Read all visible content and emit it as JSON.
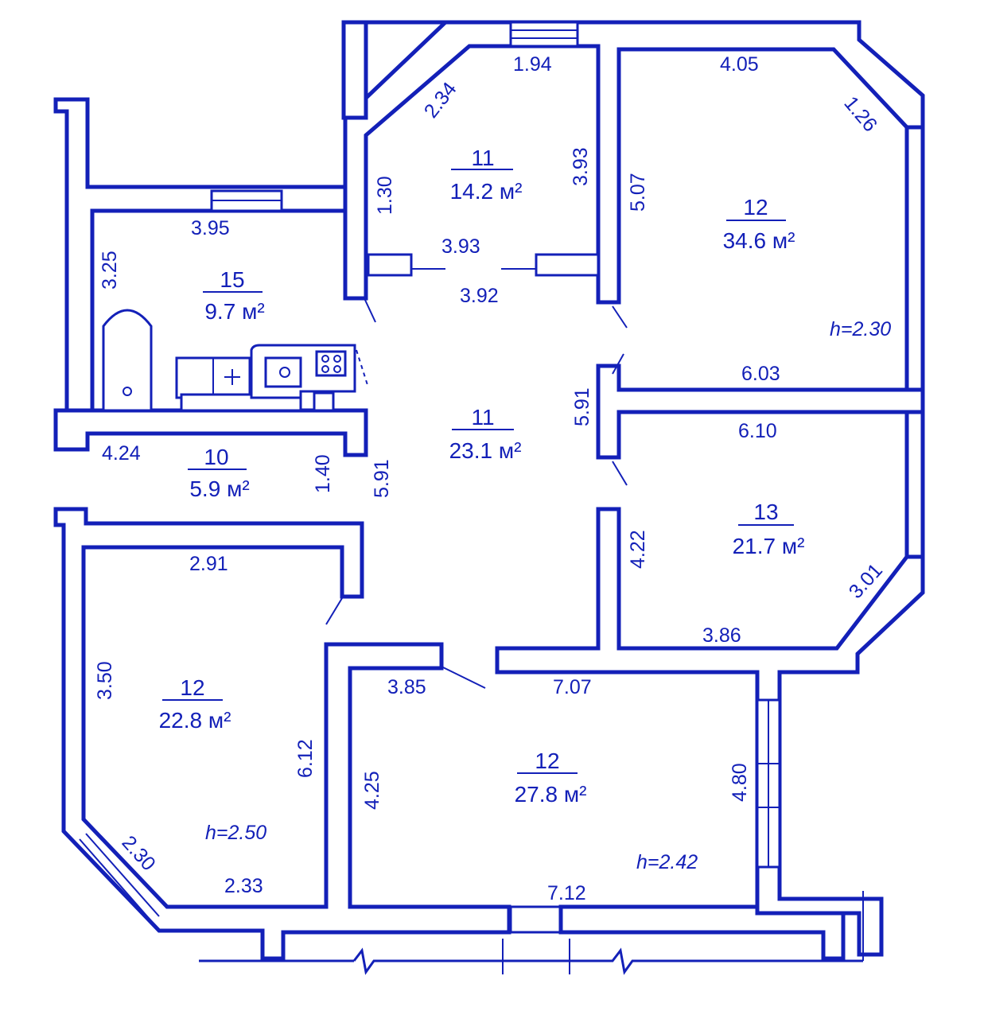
{
  "colors": {
    "ink": "#1320b8",
    "paper": "#ffffff"
  },
  "rooms": [
    {
      "num": "11",
      "area": "14.2 м²"
    },
    {
      "num": "12",
      "area": "34.6 м²"
    },
    {
      "num": "15",
      "area": "9.7 м²"
    },
    {
      "num": "11",
      "area": "23.1 м²"
    },
    {
      "num": "10",
      "area": "5.9 м²"
    },
    {
      "num": "13",
      "area": "21.7 м²"
    },
    {
      "num": "12",
      "area": "22.8 м²"
    },
    {
      "num": "12",
      "area": "27.8 м²"
    }
  ],
  "dimensions": [
    "1.94",
    "2.34",
    "3.93",
    "1.30",
    "3.93",
    "3.92",
    "4.05",
    "1.26",
    "5.07",
    "3.95",
    "3.25",
    "6.03",
    "6.10",
    "5.91",
    "4.24",
    "1.40",
    "5.91",
    "2.91",
    "4.22",
    "3.01",
    "3.86",
    "3.50",
    "6.12",
    "3.85",
    "7.07",
    "4.25",
    "4.80",
    "2.30",
    "2.33",
    "7.12"
  ],
  "heights": [
    "h=2.30",
    "h=2.50",
    "h=2.42"
  ],
  "icons": [
    "bathtub-icon",
    "kitchen-sink-icon",
    "stove-icon",
    "window-icon",
    "door-swing-icon"
  ]
}
